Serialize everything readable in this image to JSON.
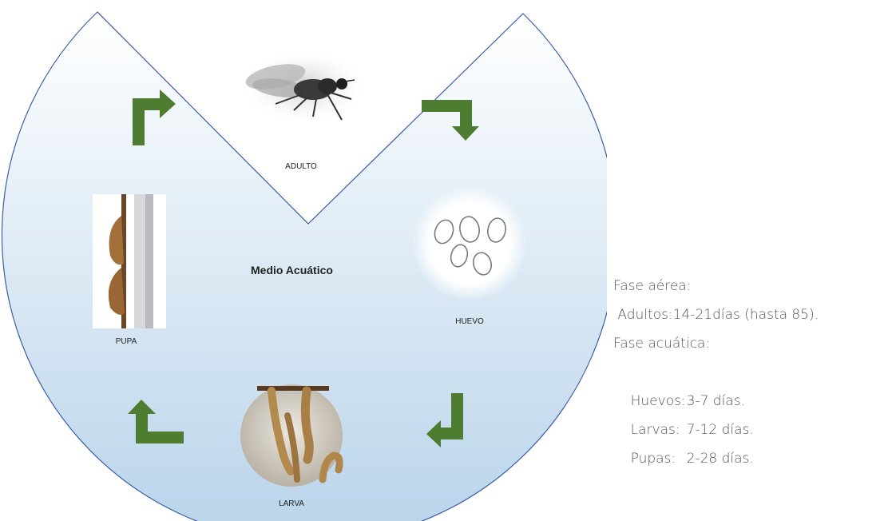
{
  "diagram": {
    "center_label": "Medio Acuático",
    "stages": {
      "adulto": "ADULTO",
      "huevo": "HUEVO",
      "larva": "LARVA",
      "pupa": "PUPA"
    },
    "colors": {
      "outline": "#3a5ea8",
      "fill_top": "#ffffff",
      "fill_bottom": "#b8d3ea",
      "arrow": "#4e7d31"
    },
    "arrow_icons": [
      "arrow-pupa-to-adulto-icon",
      "arrow-adulto-to-huevo-icon",
      "arrow-huevo-to-larva-icon",
      "arrow-larva-to-pupa-icon"
    ]
  },
  "info": {
    "aerial_title": "Fase aérea:",
    "adults": " Adultos:14-21días (hasta 85).",
    "aquatic_title": "Fase acuática:",
    "rows": [
      {
        "label": "Huevos:",
        "value": "3-7 días."
      },
      {
        "label": "Larvas:",
        "value": "7-12 días."
      },
      {
        "label": "Pupas:",
        "value": "2-28 días."
      }
    ]
  }
}
